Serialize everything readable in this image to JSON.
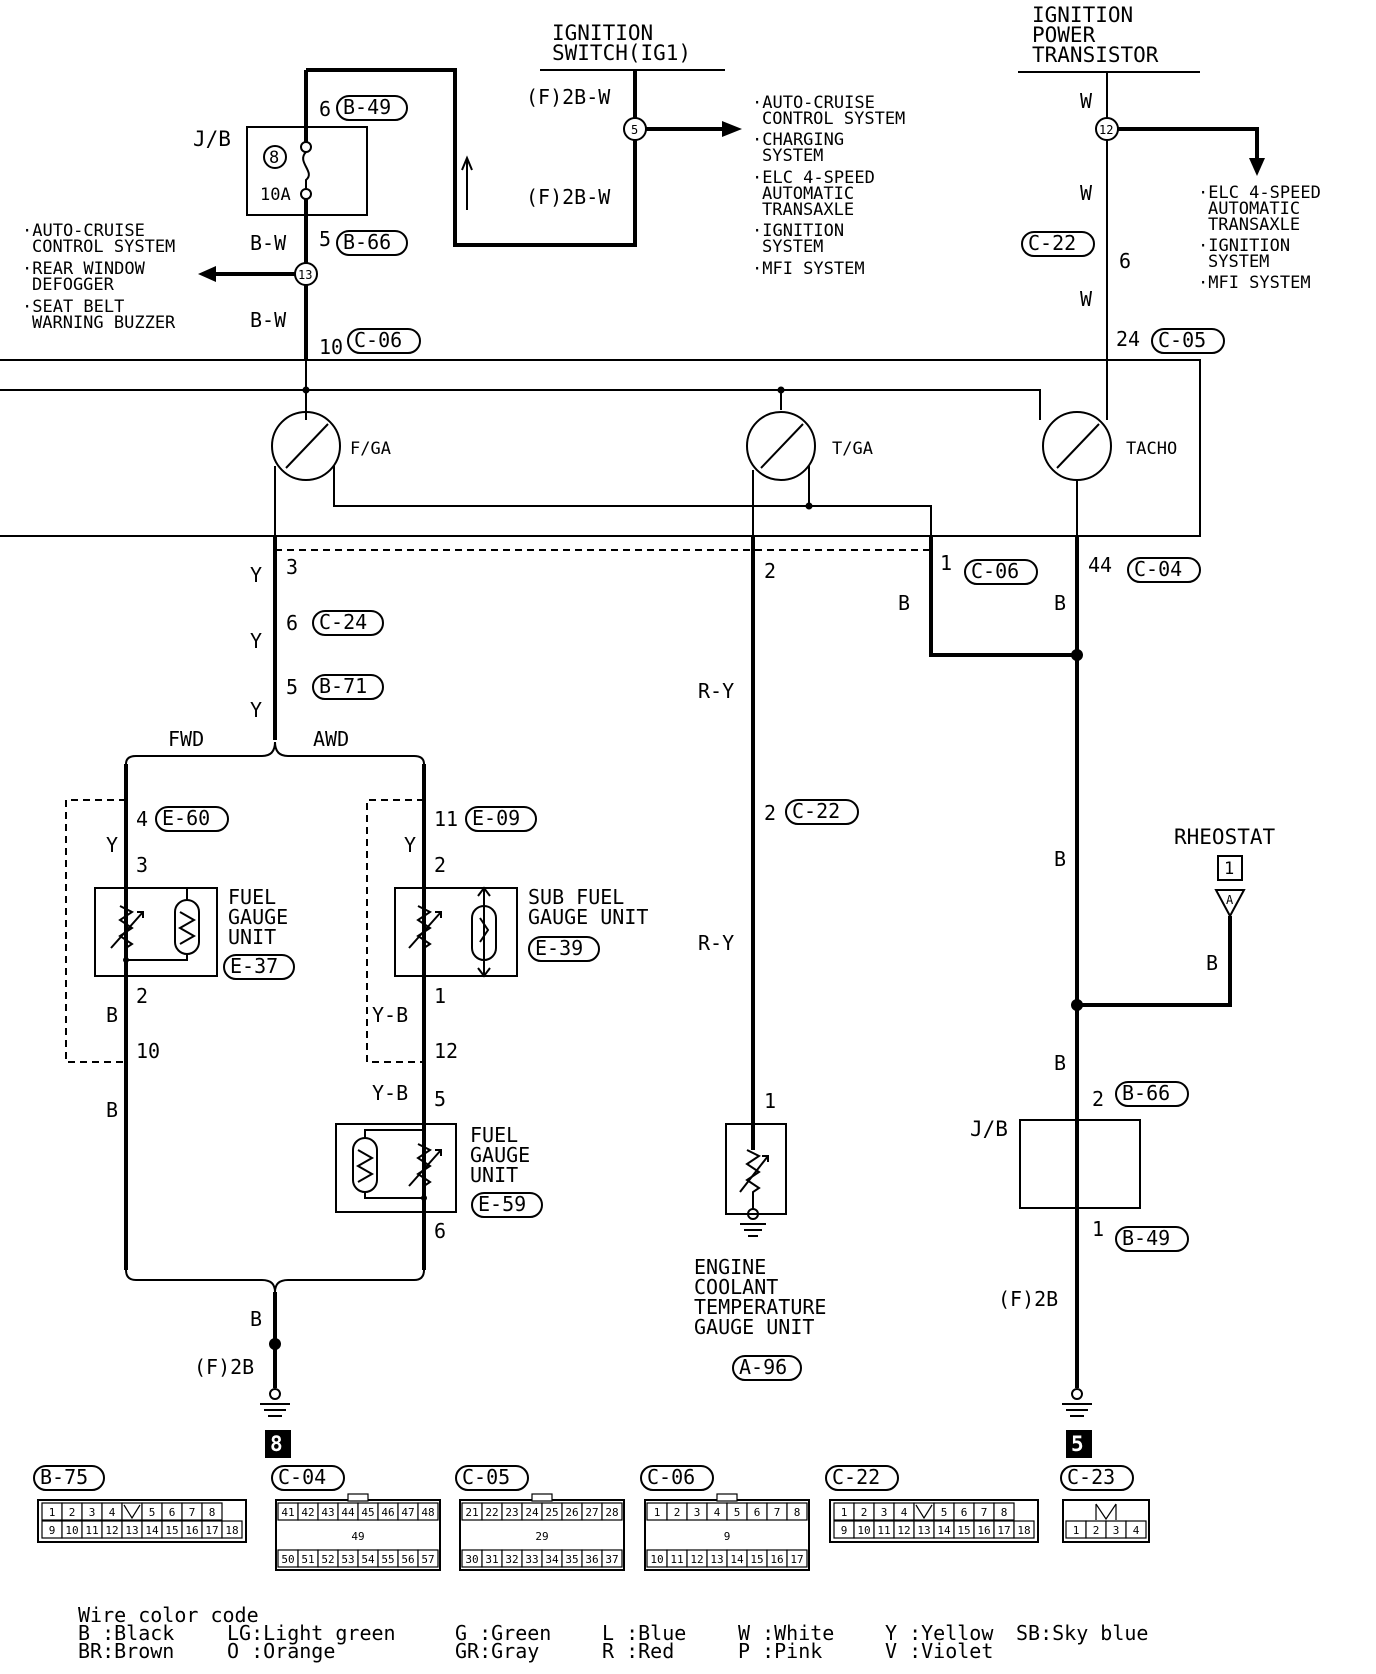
{
  "top": {
    "ignition_switch": [
      "IGNITION",
      "SWITCH(IG1)"
    ],
    "ignition_transistor": [
      "IGNITION",
      "POWER",
      "TRANSISTOR"
    ],
    "ig_wire_top": "(F)2B-W",
    "ig_wire_bottom": "(F)2B-W",
    "ig_splice": "5",
    "ig_systems": [
      "·AUTO-CRUISE",
      "CONTROL SYSTEM",
      "·CHARGING",
      "SYSTEM",
      "·ELC 4-SPEED",
      "AUTOMATIC",
      "TRANSAXLE",
      "·IGNITION",
      "SYSTEM",
      "·MFI SYSTEM"
    ],
    "tr_systems": [
      "·ELC 4-SPEED",
      "AUTOMATIC",
      "TRANSAXLE",
      "·IGNITION",
      "SYSTEM",
      "·MFI SYSTEM"
    ],
    "tr_splice": "12",
    "left_systems": [
      "·AUTO-CRUISE",
      "CONTROL SYSTEM",
      "·REAR WINDOW",
      "DEFOGGER",
      "·SEAT BELT",
      "WARNING BUZZER"
    ],
    "left_splice": "13",
    "jb": "J/B",
    "fuse_no": "8",
    "fuse_amp": "10A"
  },
  "wires": {
    "W": "W",
    "BW": "B-W",
    "Y": "Y",
    "B": "B",
    "RY": "R-Y",
    "YB": "Y-B",
    "F2B": "(F)2B"
  },
  "pins": {
    "p6": "6",
    "p5": "5",
    "p10": "10",
    "p24": "24",
    "p3": "3",
    "p2": "2",
    "p1": "1",
    "p44": "44",
    "p4": "4",
    "p11": "11",
    "p12": "12"
  },
  "connectors": {
    "B49": "B-49",
    "B66": "B-66",
    "C06": "C-06",
    "C05": "C-05",
    "C22": "C-22",
    "C04": "C-04",
    "C24": "C-24",
    "B71": "B-71",
    "E60": "E-60",
    "E09": "E-09",
    "E37": "E-37",
    "E39": "E-39",
    "E59": "E-59",
    "A96": "A-96",
    "B75": "B-75",
    "C23": "C-23"
  },
  "gauges": {
    "fuel": "F/GA",
    "temp": "T/GA",
    "tacho": "TACHO"
  },
  "branches": {
    "fwd": "FWD",
    "awd": "AWD"
  },
  "components": {
    "fuel_gauge_unit": [
      "FUEL",
      "GAUGE",
      "UNIT"
    ],
    "sub_fuel_gauge_unit": [
      "SUB FUEL",
      "GAUGE UNIT"
    ],
    "fuel_gauge_unit2": [
      "FUEL",
      "GAUGE",
      "UNIT"
    ],
    "coolant_unit": [
      "ENGINE",
      "COOLANT",
      "TEMPERATURE",
      "GAUGE UNIT"
    ],
    "rheostat": "RHEOSTAT",
    "rheostat_no": "1",
    "rheostat_pin": "A",
    "jb": "J/B"
  },
  "grounds": {
    "left": "8",
    "right": "5"
  },
  "connector_faces": {
    "B75": {
      "row1": [
        "1",
        "2",
        "3",
        "4",
        "",
        "5",
        "6",
        "7",
        "8"
      ],
      "row2": [
        "9",
        "10",
        "11",
        "12",
        "13",
        "14",
        "15",
        "16",
        "17",
        "18"
      ]
    },
    "C04": {
      "row1": [
        "41",
        "42",
        "43",
        "44",
        "45",
        "46",
        "47",
        "48"
      ],
      "mid": "49",
      "row2": [
        "50",
        "51",
        "52",
        "53",
        "54",
        "55",
        "56",
        "57"
      ]
    },
    "C05": {
      "row1": [
        "21",
        "22",
        "23",
        "24",
        "25",
        "26",
        "27",
        "28"
      ],
      "mid": "29",
      "row2": [
        "30",
        "31",
        "32",
        "33",
        "34",
        "35",
        "36",
        "37"
      ]
    },
    "C06": {
      "row1": [
        "1",
        "2",
        "3",
        "4",
        "5",
        "6",
        "7",
        "8"
      ],
      "mid": "9",
      "row2": [
        "10",
        "11",
        "12",
        "13",
        "14",
        "15",
        "16",
        "17"
      ]
    },
    "C22": {
      "row1": [
        "1",
        "2",
        "3",
        "4",
        "",
        "5",
        "6",
        "7",
        "8"
      ],
      "row2": [
        "9",
        "10",
        "11",
        "12",
        "13",
        "14",
        "15",
        "16",
        "17",
        "18"
      ]
    },
    "C23": {
      "row2": [
        "1",
        "2",
        "3",
        "4"
      ]
    }
  },
  "legend": {
    "title": "Wire color code",
    "row1": [
      "B :Black",
      "LG:Light green",
      "G :Green",
      "L :Blue",
      "W :White",
      "Y :Yellow",
      "SB:Sky blue"
    ],
    "row2": [
      "BR:Brown",
      "O :Orange",
      "GR:Gray",
      "R :Red",
      "P :Pink",
      "V :Violet"
    ]
  }
}
